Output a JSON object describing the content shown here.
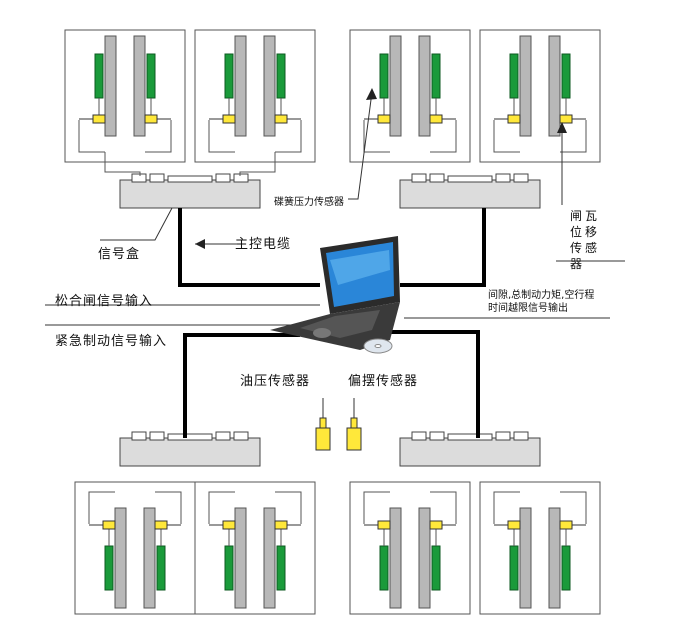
{
  "title": "制动器监测系统示意图",
  "labels": {
    "signal_box": "信号盒",
    "main_cable": "主控电缆",
    "release_input": "松合闸信号输入",
    "emergency_input": "紧急制动信号输入",
    "spring_sensor": "碟簧压力传感器",
    "shoe_sensor": [
      "闸",
      "瓦",
      "位",
      "移",
      "传",
      "感",
      "器"
    ],
    "overrun_output": [
      "间隙,总制动力矩,空行程",
      "时间越限信号输出"
    ],
    "oil_sensor": "油压传感器",
    "swing_sensor": "偏摆传感器"
  },
  "colors": {
    "disc": "#b8b8b8",
    "pad": "#1a9a3a",
    "sensor": "#ffe83a",
    "cable": "#000000",
    "box": "#dcdcdc",
    "laptop_screen": "#2a86d8"
  }
}
